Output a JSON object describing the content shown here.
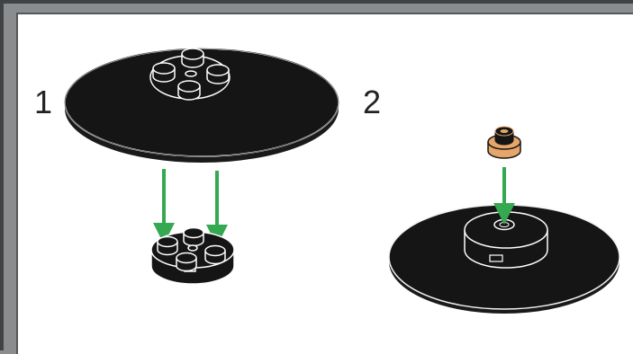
{
  "steps": [
    {
      "number": "1",
      "parts": [
        "large-black-turntable-plate",
        "round-black-2x2-plate-with-studs"
      ]
    },
    {
      "number": "2",
      "parts": [
        "round-black-turntable-assembly",
        "round-tan-1x1-plate"
      ]
    }
  ],
  "colors": {
    "brick_black": "#151515",
    "brick_edge": "#f2f2f2",
    "arrow_green": "#35a852",
    "tan_piece": "#e6a66a",
    "frame_gray": "#8a8c8e",
    "panel_white": "#ffffff"
  }
}
